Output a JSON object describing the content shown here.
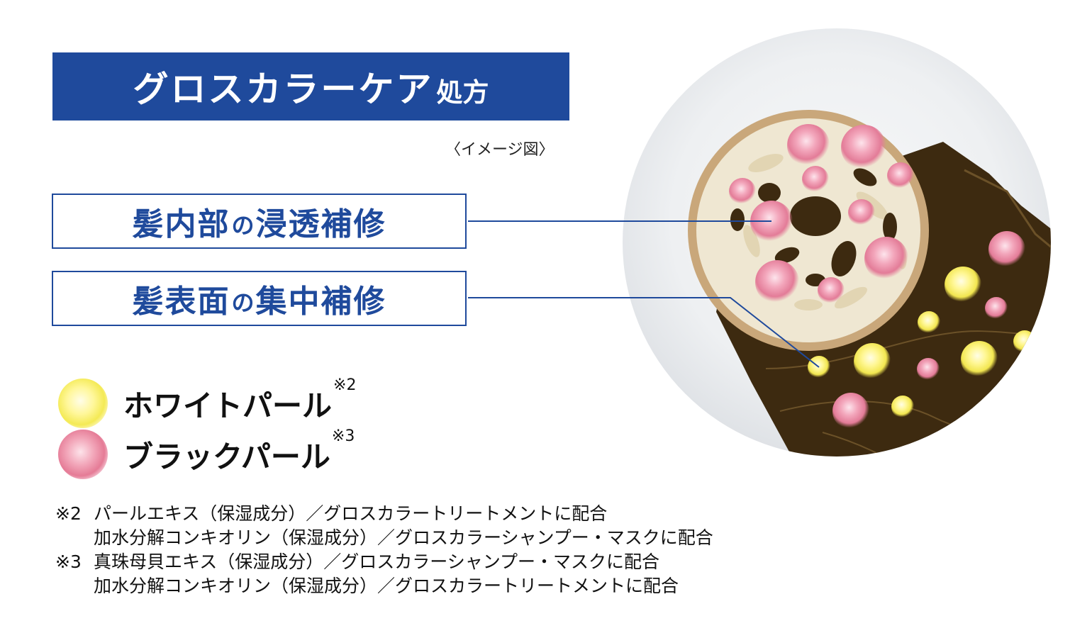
{
  "title": {
    "main": "グロスカラーケア",
    "suffix": "処方"
  },
  "image_note": "〈イメージ図〉",
  "callouts": [
    {
      "part1": "髪内部",
      "connector": "の",
      "part2": "浸透補修"
    },
    {
      "part1": "髪表面",
      "connector": "の",
      "part2": "集中補修"
    }
  ],
  "legend": [
    {
      "label": "ホワイトパール",
      "note": "※2",
      "color": "#f4ea55"
    },
    {
      "label": "ブラックパール",
      "note": "※3",
      "color": "#e57b96"
    }
  ],
  "footnotes": [
    {
      "mark": "※2",
      "text": "パールエキス（保湿成分）／グロスカラートリートメントに配合"
    },
    {
      "mark": "",
      "text": "加水分解コンキオリン（保湿成分）／グロスカラーシャンプー・マスクに配合"
    },
    {
      "mark": "※3",
      "text": "真珠母貝エキス（保湿成分）／グロスカラーシャンプー・マスクに配合"
    },
    {
      "mark": "",
      "text": "加水分解コンキオリン（保湿成分）／グロスカラートリートメントに配合"
    }
  ],
  "colors": {
    "brand_blue": "#1f4a9c",
    "hair_brown": "#3d2a10",
    "cortex_cream": "#efe7d2",
    "pearl_yellow": "#f4ea55",
    "pearl_pink": "#e57b96"
  }
}
